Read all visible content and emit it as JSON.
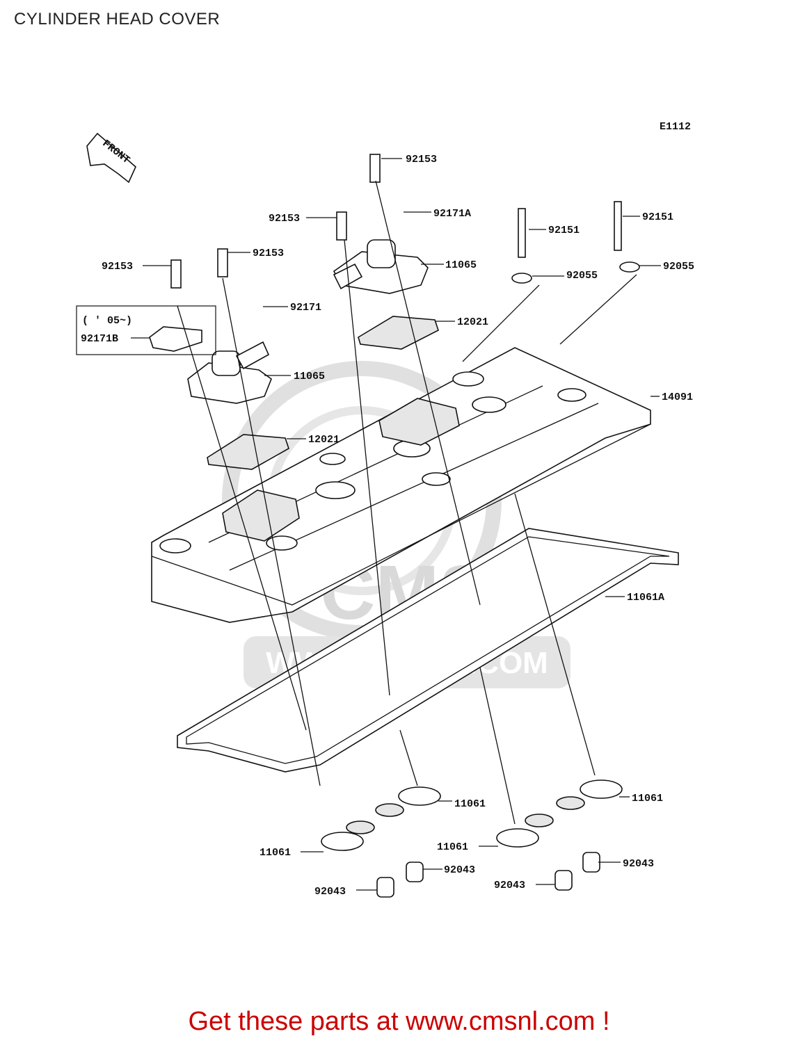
{
  "title": "CYLINDER HEAD COVER",
  "diagram_code": "E1112",
  "front_label": "FRONT",
  "note": "( ' 05~)",
  "watermark": {
    "logo": "CMS",
    "url": "WWW.CMSNL.COM"
  },
  "callouts": [
    {
      "id": "c1",
      "text": "92153"
    },
    {
      "id": "c2",
      "text": "92171A"
    },
    {
      "id": "c3",
      "text": "92153"
    },
    {
      "id": "c4",
      "text": "92151"
    },
    {
      "id": "c5",
      "text": "92151"
    },
    {
      "id": "c6",
      "text": "92153"
    },
    {
      "id": "c7",
      "text": "92153"
    },
    {
      "id": "c8",
      "text": "11065"
    },
    {
      "id": "c9",
      "text": "92055"
    },
    {
      "id": "c10",
      "text": "92055"
    },
    {
      "id": "c11",
      "text": "92171"
    },
    {
      "id": "c12",
      "text": "12021"
    },
    {
      "id": "c13",
      "text": "92171B"
    },
    {
      "id": "c14",
      "text": "11065"
    },
    {
      "id": "c15",
      "text": "14091"
    },
    {
      "id": "c16",
      "text": "12021"
    },
    {
      "id": "c17",
      "text": "11061A"
    },
    {
      "id": "c18",
      "text": "11061"
    },
    {
      "id": "c19",
      "text": "11061"
    },
    {
      "id": "c20",
      "text": "11061"
    },
    {
      "id": "c21",
      "text": "11061"
    },
    {
      "id": "c22",
      "text": "92043"
    },
    {
      "id": "c23",
      "text": "92043"
    },
    {
      "id": "c24",
      "text": "92043"
    },
    {
      "id": "c25",
      "text": "92043"
    }
  ],
  "footer_cta": "Get these parts at www.cmsnl.com !",
  "colors": {
    "cta": "#cc0000",
    "lines": "#111111",
    "watermark": "#d9d9d9"
  }
}
